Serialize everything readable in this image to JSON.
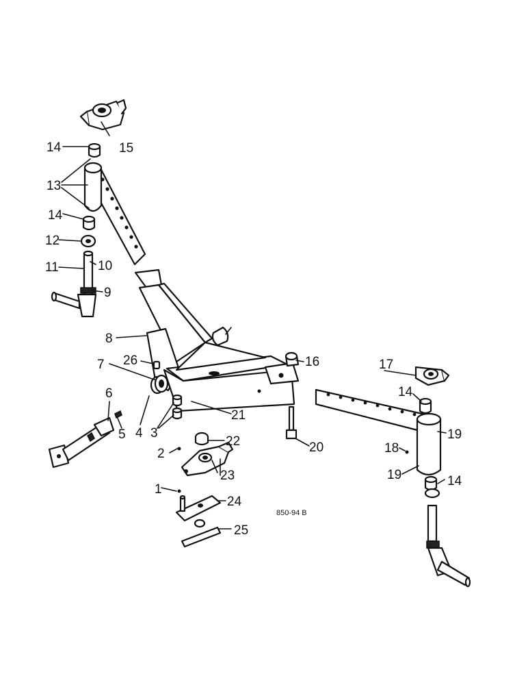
{
  "diagram": {
    "code": "850-94 B",
    "callouts": {
      "c1": "1",
      "c2": "2",
      "c3": "3",
      "c4": "4",
      "c5": "5",
      "c6": "6",
      "c7": "7",
      "c8": "8",
      "c9": "9",
      "c10": "10",
      "c11": "11",
      "c12": "12",
      "c13": "13",
      "c14a": "14",
      "c14b": "14",
      "c14c": "14",
      "c14d": "14",
      "c15": "15",
      "c16": "16",
      "c17": "17",
      "c18": "18",
      "c19a": "19",
      "c19b": "19",
      "c20": "20",
      "c21": "21",
      "c22": "22",
      "c23": "23",
      "c24": "24",
      "c25": "25",
      "c26": "26"
    }
  }
}
